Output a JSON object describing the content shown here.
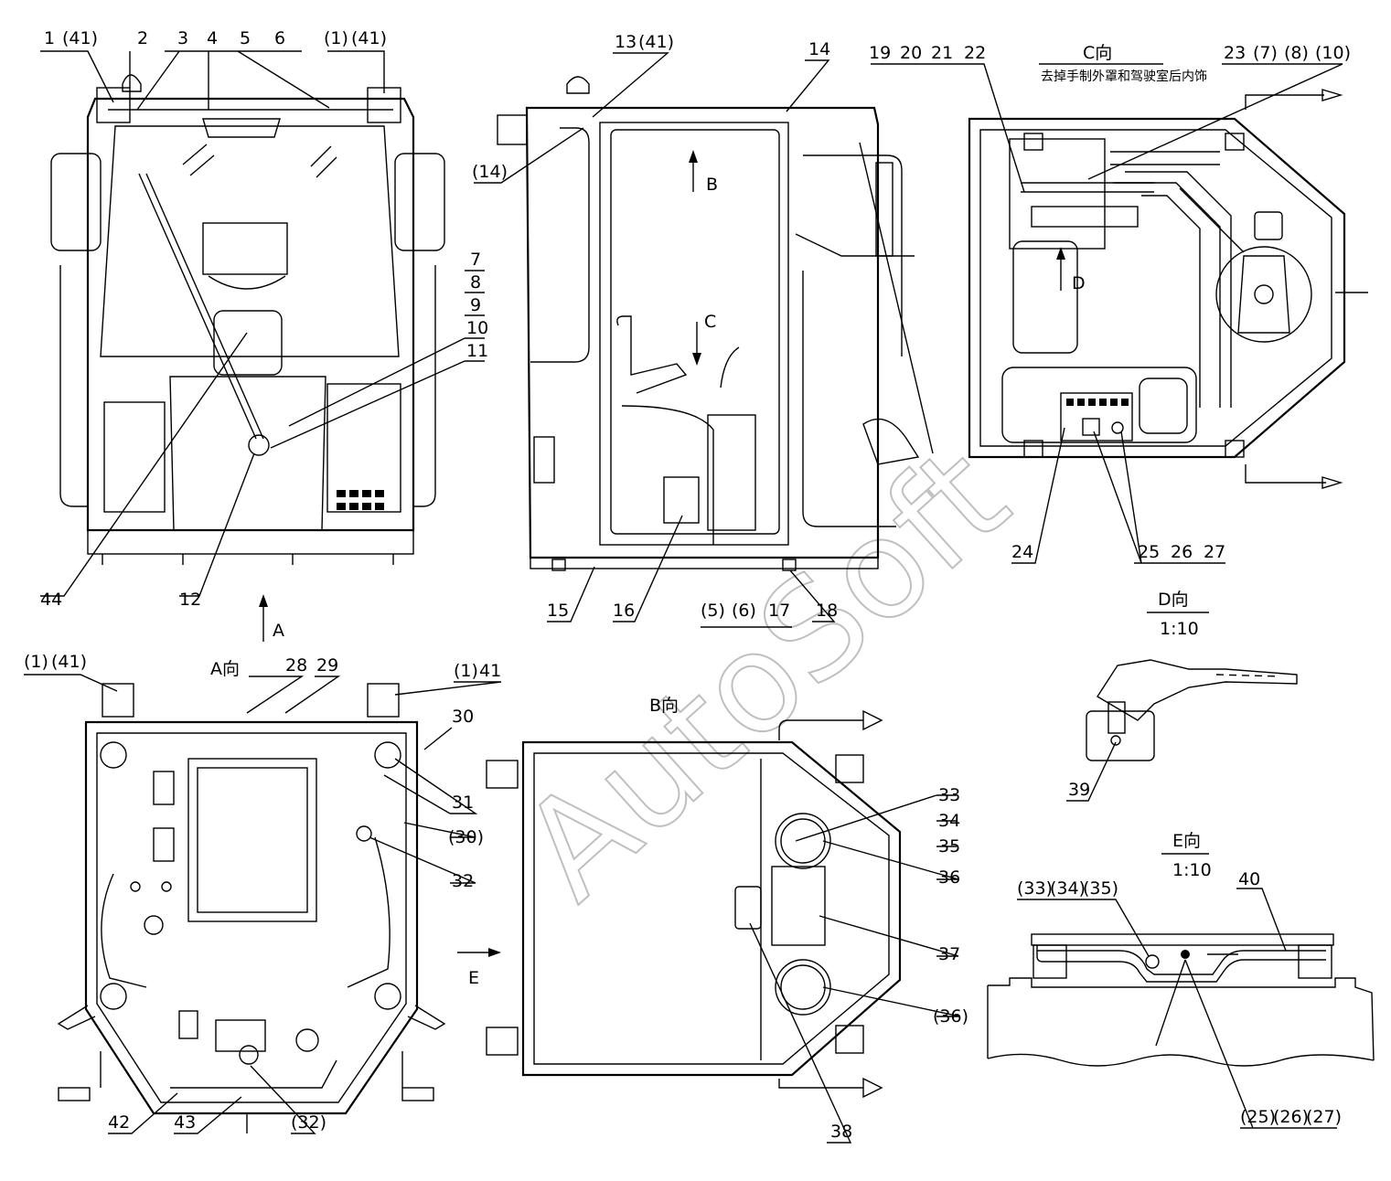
{
  "watermark": "AutoSoft",
  "views": {
    "c": {
      "title": "C向",
      "note": "去掉手制外罩和驾驶室后内饰"
    },
    "d": {
      "title": "D向",
      "scale": "1:10"
    },
    "a": {
      "title": "A向"
    },
    "b": {
      "title": "B向"
    },
    "e": {
      "title": "E向",
      "scale": "1:10"
    }
  },
  "arrows": {
    "a": "A",
    "b": "B",
    "c": "C",
    "d": "D",
    "e": "E"
  },
  "labels": {
    "front_top": [
      "1",
      "(41)",
      "2",
      "3",
      "4",
      "5",
      "6",
      "(1)",
      "(41)"
    ],
    "front_right": [
      "7",
      "8",
      "9",
      "10",
      "11"
    ],
    "front_bottom": [
      "44",
      "12"
    ],
    "side_top": [
      "13",
      "(41)",
      "14",
      "(14)"
    ],
    "side_bottom": [
      "15",
      "16",
      "(5)",
      "(6)",
      "17",
      "18"
    ],
    "c_top": [
      "19",
      "20",
      "21",
      "22",
      "23",
      "(7)",
      "(8)",
      "(10)"
    ],
    "c_bottom": [
      "24",
      "25",
      "26",
      "27"
    ],
    "a_top": [
      "(1)",
      "(41)",
      "28",
      "29",
      "(1)",
      "41"
    ],
    "a_right": [
      "30",
      "31",
      "(30)",
      "32"
    ],
    "a_bottom": [
      "42",
      "43",
      "(32)"
    ],
    "b_right": [
      "33",
      "34",
      "35",
      "36",
      "37",
      "(36)"
    ],
    "b_bottom": [
      "38"
    ],
    "lever": [
      "39"
    ],
    "e_labels": [
      "(33)",
      "(34)",
      "(35)",
      "40",
      "(25)",
      "(26)",
      "(27)"
    ]
  }
}
